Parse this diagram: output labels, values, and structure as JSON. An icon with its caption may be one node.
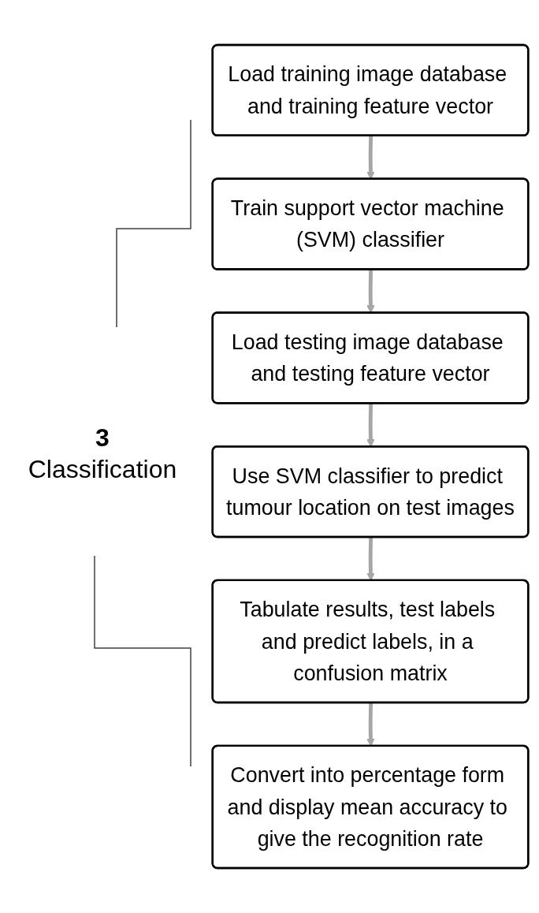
{
  "diagram": {
    "nodes": [
      {
        "text": [
          "Load training image database and training feature vector"
        ]
      },
      {
        "text": [
          "Train support vector machine (SVM) classifier"
        ]
      },
      {
        "text": [
          "Load testing image database and testing feature vector"
        ]
      },
      {
        "text": [
          "Use SVM classifier to predict tumour location on test images"
        ]
      },
      {
        "text": [
          "Tabulate results, test labels and predict labels, in a confusion matrix"
        ]
      },
      {
        "text": [
          "Convert into percentage form and display mean accuracy to give the recognition rate"
        ]
      }
    ],
    "edges": [
      {
        "from": 0,
        "to": 1,
        "arrow": "to"
      },
      {
        "from": 1,
        "to": 2,
        "arrow": "to"
      },
      {
        "from": 2,
        "to": 3,
        "arrow": "to"
      },
      {
        "from": 3,
        "to": 4,
        "arrow": "to"
      },
      {
        "from": 4,
        "to": 5,
        "arrow": "to"
      }
    ],
    "labels": [
      "3",
      "Classification"
    ]
  }
}
